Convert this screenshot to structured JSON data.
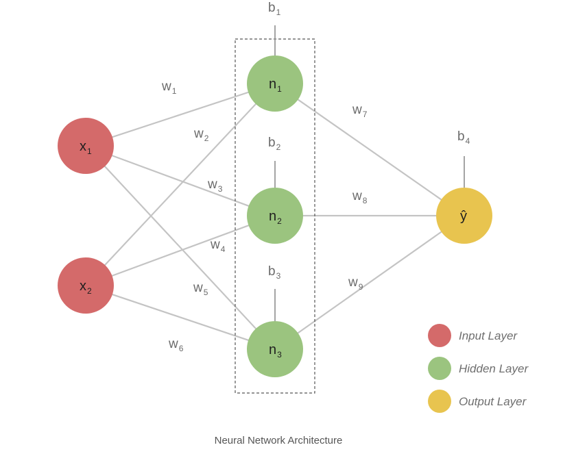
{
  "nodes": {
    "x1": {
      "base": "x",
      "sub": "1",
      "color": "#d46a6a"
    },
    "x2": {
      "base": "x",
      "sub": "2",
      "color": "#d46a6a"
    },
    "n1": {
      "base": "n",
      "sub": "1",
      "color": "#9bc47f"
    },
    "n2": {
      "base": "n",
      "sub": "2",
      "color": "#9bc47f"
    },
    "n3": {
      "base": "n",
      "sub": "3",
      "color": "#9bc47f"
    },
    "y": {
      "base": "ŷ",
      "sub": "",
      "color": "#e8c44f"
    }
  },
  "edges": [
    {
      "from": "x1",
      "to": "n1",
      "weight": {
        "base": "w",
        "sub": "1"
      }
    },
    {
      "from": "x2",
      "to": "n1",
      "weight": {
        "base": "w",
        "sub": "2"
      }
    },
    {
      "from": "x1",
      "to": "n2",
      "weight": {
        "base": "w",
        "sub": "3"
      }
    },
    {
      "from": "x2",
      "to": "n2",
      "weight": {
        "base": "w",
        "sub": "4"
      }
    },
    {
      "from": "x1",
      "to": "n3",
      "weight": {
        "base": "w",
        "sub": "5"
      }
    },
    {
      "from": "x2",
      "to": "n3",
      "weight": {
        "base": "w",
        "sub": "6"
      }
    },
    {
      "from": "n1",
      "to": "y",
      "weight": {
        "base": "w",
        "sub": "7"
      }
    },
    {
      "from": "n2",
      "to": "y",
      "weight": {
        "base": "w",
        "sub": "8"
      }
    },
    {
      "from": "n3",
      "to": "y",
      "weight": {
        "base": "w",
        "sub": "9"
      }
    }
  ],
  "biases": [
    {
      "node": "n1",
      "base": "b",
      "sub": "1"
    },
    {
      "node": "n2",
      "base": "b",
      "sub": "2"
    },
    {
      "node": "n3",
      "base": "b",
      "sub": "3"
    },
    {
      "node": "y",
      "base": "b",
      "sub": "4"
    }
  ],
  "legend": [
    {
      "label": "Input Layer",
      "color": "#d46a6a"
    },
    {
      "label": "Hidden Layer",
      "color": "#9bc47f"
    },
    {
      "label": "Output Layer",
      "color": "#e8c44f"
    }
  ],
  "caption": "Neural Network Architecture"
}
